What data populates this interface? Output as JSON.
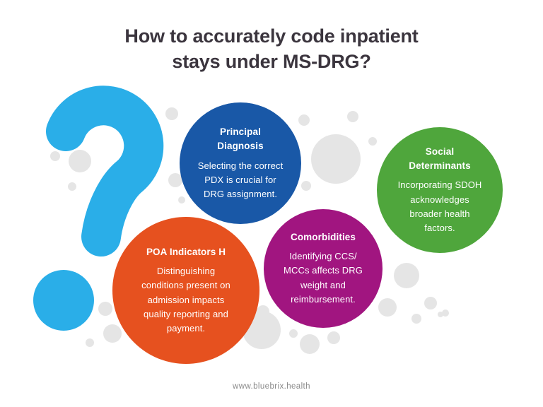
{
  "title": {
    "lines": [
      "How to accurately code inpatient",
      "stays under MS-DRG?"
    ],
    "color": "#3b353e"
  },
  "question_mark": {
    "color": "#2aaee8"
  },
  "bubbles": [
    {
      "id": "principal-diagnosis",
      "heading_lines": [
        "Principal",
        "Diagnosis"
      ],
      "body_lines": [
        "Selecting the correct",
        "PDX is crucial for",
        "DRG assignment."
      ],
      "color": "#1958a7"
    },
    {
      "id": "social-determinants",
      "heading_lines": [
        "Social",
        "Determinants"
      ],
      "body_lines": [
        "Incorporating SDOH",
        "acknowledges",
        "broader health",
        "factors."
      ],
      "color": "#4fa63c"
    },
    {
      "id": "comorbidities",
      "heading_lines": [
        "Comorbidities"
      ],
      "body_lines": [
        "Identifying CCS/",
        "MCCs affects DRG",
        "weight and",
        "reimbursement."
      ],
      "color": "#a11580"
    },
    {
      "id": "poa-indicators",
      "heading_lines": [
        "POA Indicators H"
      ],
      "body_lines": [
        "Distinguishing",
        "conditions present on",
        "admission impacts",
        "quality reporting and",
        "payment."
      ],
      "color": "#e6511f"
    }
  ],
  "decor": {
    "dot_color": "#e5e5e5",
    "dots": [
      [
        78,
        221,
        7
      ],
      [
        113,
        228,
        16
      ],
      [
        102,
        264,
        6
      ],
      [
        243,
        161,
        9
      ],
      [
        430,
        170,
        8
      ],
      [
        248,
        255,
        10
      ],
      [
        257,
        283,
        5
      ],
      [
        433,
        263,
        7
      ],
      [
        475,
        225,
        35
      ],
      [
        499,
        165,
        8
      ],
      [
        527,
        200,
        6
      ],
      [
        575,
        390,
        18
      ],
      [
        548,
        435,
        13
      ],
      [
        609,
        429,
        9
      ],
      [
        589,
        451,
        7
      ],
      [
        623,
        445,
        4
      ],
      [
        370,
        467,
        27
      ],
      [
        415,
        472,
        6
      ],
      [
        438,
        487,
        14
      ],
      [
        472,
        478,
        9
      ],
      [
        325,
        485,
        8
      ],
      [
        149,
        437,
        10
      ],
      [
        159,
        472,
        13
      ],
      [
        127,
        485,
        6
      ],
      [
        630,
        443,
        5
      ],
      [
        372,
        441,
        9
      ]
    ]
  },
  "footer": {
    "url": "www.bluebrix.health"
  }
}
